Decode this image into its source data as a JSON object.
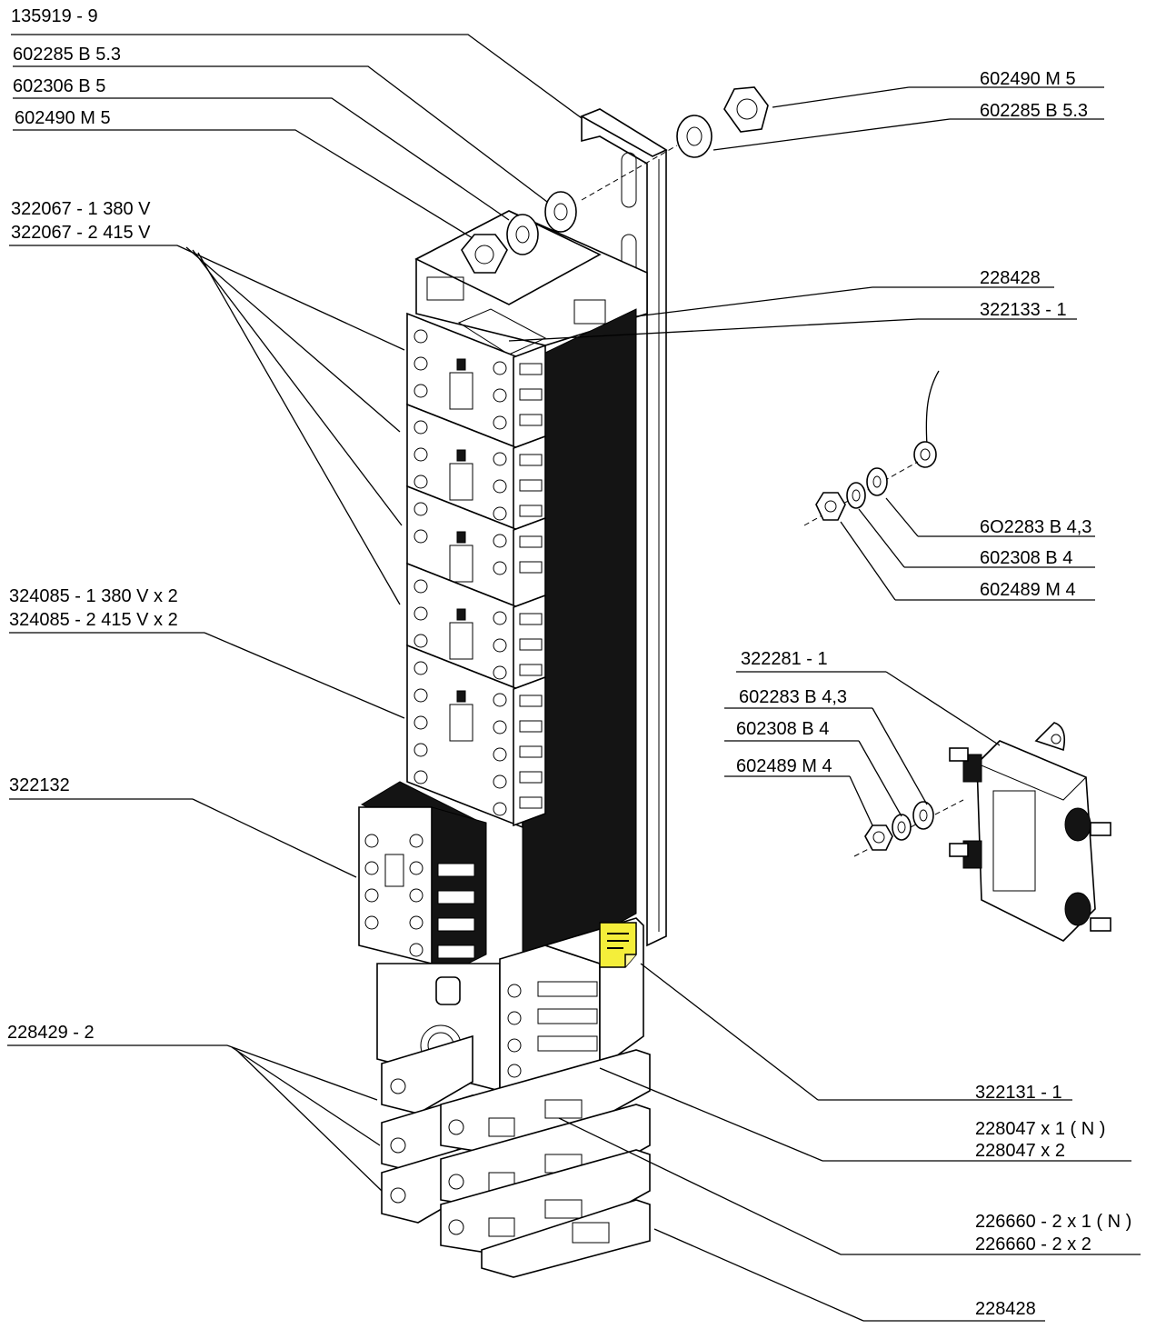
{
  "labels": {
    "rail_135919_9": "135919 - 9",
    "washer_602285_left": "602285  B 5.3",
    "washer_602306_left": "602306  B 5",
    "nut_602490_left": "602490  M 5",
    "contactor_322067_1": "322067 - 1  380 V",
    "contactor_322067_2": "322067 - 2  415 V",
    "contactor_324085_1": "324085 - 1  380 V x 2",
    "contactor_324085_2": "324085 - 2  415 V x 2",
    "relay_322132": "322132",
    "terminal_228429_2": "228429 - 2",
    "nut_602490_right": "602490  M 5",
    "washer_602285_right": "602285  B 5.3",
    "endstop_228428_top": "228428",
    "cover_322133_1": "322133 - 1",
    "washer_602283_top": "6O2283  B 4,3",
    "washer_602308_top": "602308  B 4",
    "nut_602489_top": "602489  M 4",
    "filter_322281_1": "322281 - 1",
    "washer_602283_mid": "602283  B 4,3",
    "washer_602308_mid": "602308  B 4",
    "nut_602489_mid": "602489  M 4",
    "relay_322131_1": "322131 - 1",
    "terminal_228047_n": "228047  x 1 ( N )",
    "terminal_228047_2": "228047  x 2",
    "terminal_226660_n": "226660 - 2  x 1 ( N )",
    "terminal_226660_2": "226660 - 2  x 2",
    "endstop_228428_bottom": "228428"
  },
  "icons": {
    "note": "sticky-note-icon"
  },
  "colors": {
    "note_fill": "#f4ee3a",
    "line": "#000000",
    "background": "#ffffff"
  }
}
